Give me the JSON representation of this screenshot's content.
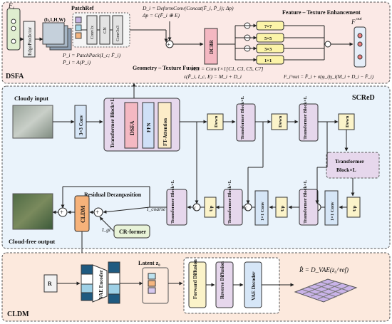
{
  "dsfa": {
    "section_label": "DSFA",
    "input_label": "F",
    "input_sub": "i",
    "edge_predictor": "EdgePredictor",
    "tensor_shape": "(b,1,H,W)",
    "patchref_title": "PatchRef",
    "patchref_blocks": [
      "Conv1x",
      "GN",
      "Conv3x3"
    ],
    "eq_patch": "P_i = PatchPack(I_c; F̂_i)",
    "eq_p": "P̂_i = A(P_i)",
    "eq_d": "D_i = DeformConv(Concat(F̂_i, P̂_i); Δp)",
    "eq_dp": "Δp = C(F̂_i ⊕ E)",
    "fusion_label": "Geometry – Texture Fusion",
    "dcbr_label": "DCBR",
    "kernels": [
      "7×7",
      "5×5",
      "3×3",
      "1×1"
    ],
    "enhance_title": "Feature – Texture Enhancement",
    "output_label": "F",
    "output_sup": "out",
    "eq_m": "M_i = Conv1×1[C1, C3, C5, C7]",
    "eq_e": "ε(F̂_i, I_c, E) = M_i + D_i",
    "eq_fout": "F_i^out = F̂_i + σ(φ_i)γ_i(M_i + D_i − F̂_i)"
  },
  "scred": {
    "section_label": "SCReD",
    "cloudy_input": "Cloudy input",
    "conv_3x3": "3×3 Conv",
    "tb_label": "Transformer Block×L",
    "dsfa_tag": "DSFA",
    "ffn_tag": "FFN",
    "ft_attention_tag": "FT-Attention",
    "down_label": "Down",
    "up_label": "Up",
    "conv_1x1": "1×1 Conv",
    "residual_label": "Residual Decanpasition",
    "i_coarse": "I_coarse",
    "i_gt": "I_gt",
    "cr_former": "CR-former",
    "cldm_tag": "CLDM",
    "cloud_free_output": "Cloud-free output",
    "concat_symbol": "©",
    "add_symbol": "⊕"
  },
  "cldm": {
    "section_label": "CLDM",
    "r_label": "R",
    "vae_encoder": "VAE Encoder",
    "latent_label": "Latent z₀",
    "forward_diffusion": "Forward Diffusion",
    "reverse_diffusion": "Reverse Diffusion",
    "vae_decoder": "VAE Decoder",
    "output_eq": "R̂ = D_VAE(z₀^ref)"
  },
  "colors": {
    "dsfa_bg": "#fbe9e6",
    "scred_bg": "#eaf3fb",
    "cldm_bg": "#fce9dd",
    "transformer": "#e6d7ec",
    "down_up": "#fbf3c9",
    "conv": "#d6e6f7",
    "cldm_orange": "#f6b27a",
    "dsfa_pink": "#f4b8c2",
    "ffn_blue": "#cfe0f7",
    "ft_yellow": "#fcecc8",
    "green_box": "#e8f3d8"
  }
}
